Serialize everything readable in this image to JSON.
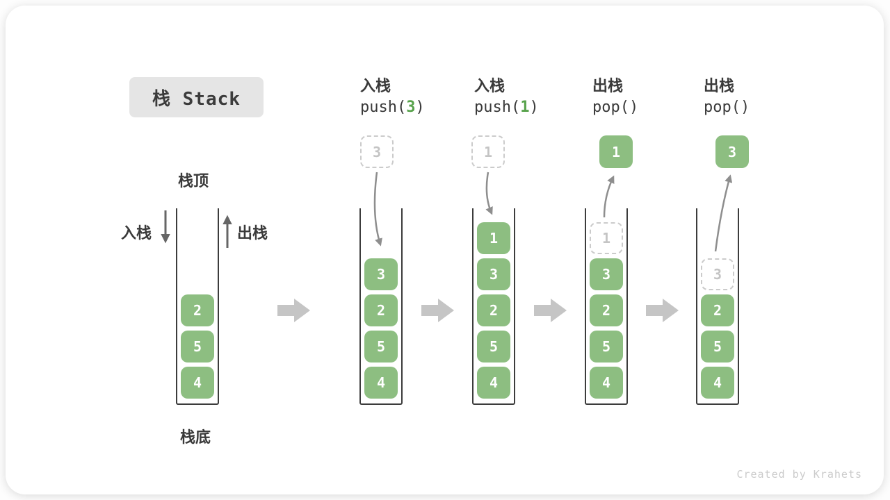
{
  "title": "栈 Stack",
  "watermark": "Created by Krahets",
  "legend": {
    "stack_top": "栈顶",
    "stack_bottom": "栈底",
    "push": "入栈",
    "pop": "出栈"
  },
  "columns": [
    {
      "name": "initial",
      "cells": [
        "4",
        "5",
        "2"
      ]
    },
    {
      "name": "push-3",
      "op": "入栈",
      "code_pre": "push(",
      "code_arg": "3",
      "code_post": ")",
      "incoming": "3",
      "cells": [
        "4",
        "5",
        "2",
        "3"
      ]
    },
    {
      "name": "push-1",
      "op": "入栈",
      "code_pre": "push(",
      "code_arg": "1",
      "code_post": ")",
      "incoming": "1",
      "cells": [
        "4",
        "5",
        "2",
        "3",
        "1"
      ]
    },
    {
      "name": "pop-1",
      "op": "出栈",
      "code_pre": "pop(",
      "code_arg": "",
      "code_post": ")",
      "popped": "1",
      "ghost": "1",
      "cells": [
        "4",
        "5",
        "2",
        "3"
      ]
    },
    {
      "name": "pop-3",
      "op": "出栈",
      "code_pre": "pop(",
      "code_arg": "",
      "code_post": ")",
      "popped": "3",
      "ghost": "3",
      "cells": [
        "4",
        "5",
        "2"
      ]
    }
  ],
  "colors": {
    "cell_green": "#8DBE81",
    "code_green": "#57A24B",
    "title_bg": "#E5E5E5",
    "text_dark": "#3A3A3A",
    "dashed_gray": "#CBCBCB",
    "wall_dark": "#3C3C3C",
    "curved_arrow_gray": "#8E8E8E",
    "straight_arrow_gray": "#666666",
    "block_arrow_gray": "#C5C5C5",
    "watermark_gray": "#CBCBCB"
  }
}
